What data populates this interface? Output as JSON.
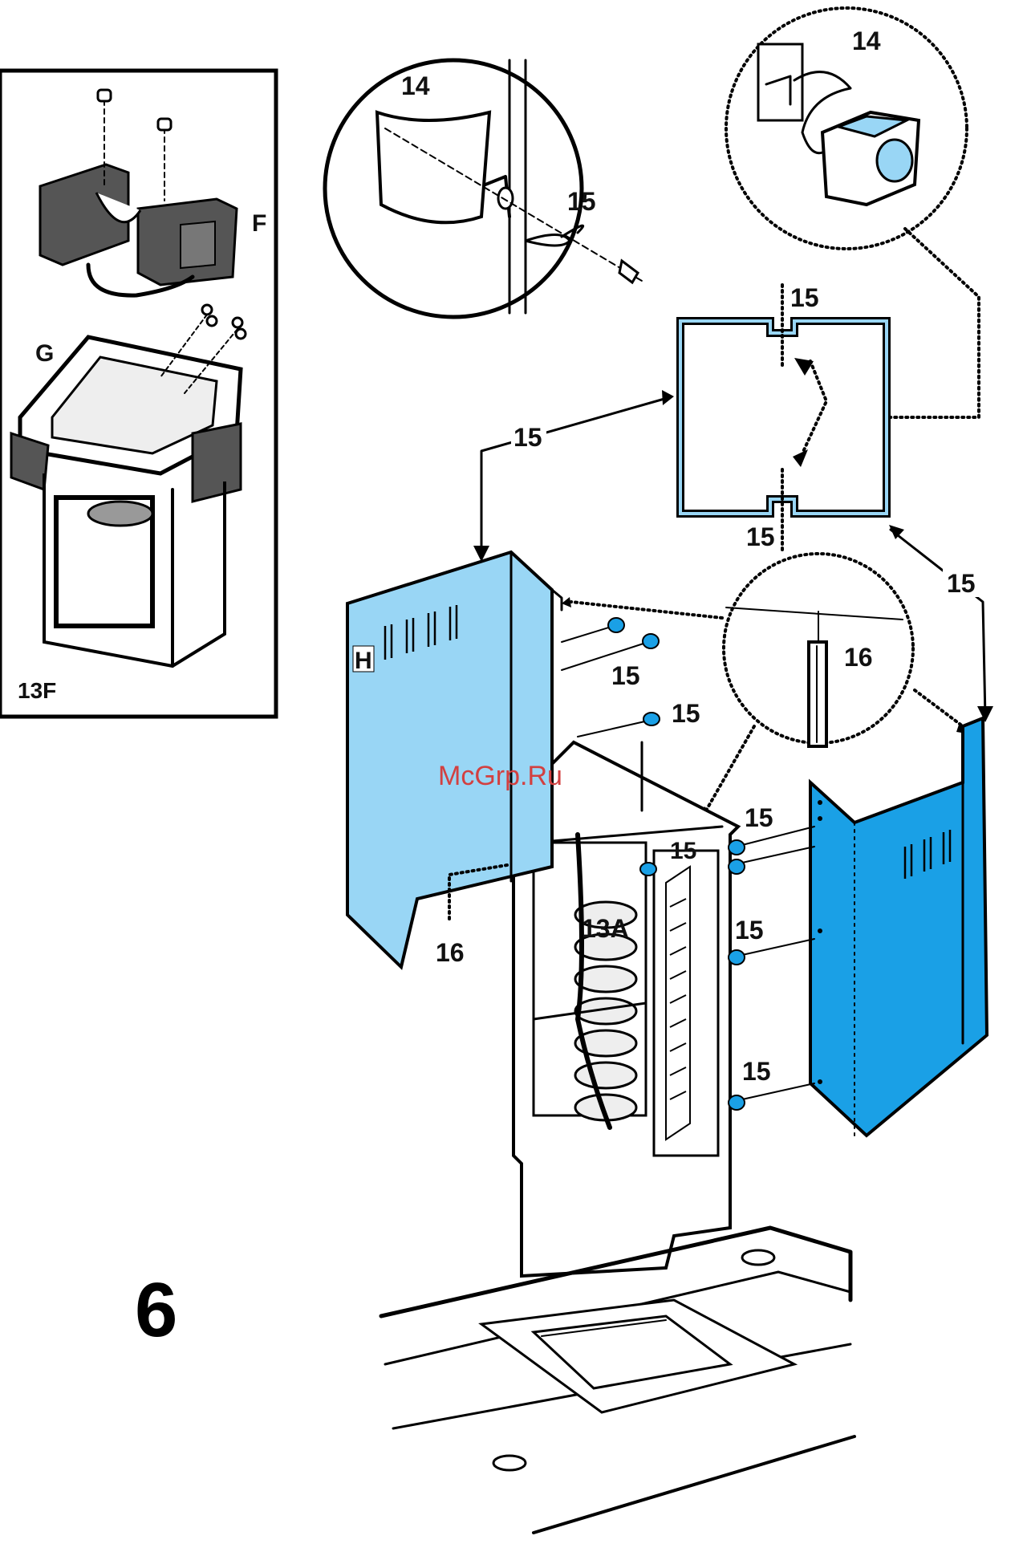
{
  "figure": {
    "step_number": "6",
    "watermark": "McGrp.Ru",
    "colors": {
      "panel_light": "#99d6f5",
      "panel_dark": "#1aa0e6",
      "bracket_gray": "#555555",
      "outline": "#000000"
    }
  },
  "inset_13f": {
    "label": "13F",
    "part_f": "F",
    "part_g": "G"
  },
  "labels": {
    "part_h": "H",
    "wire_13a": "13A",
    "l14_left": "14",
    "l15_left_circle": "15",
    "l14_right": "14",
    "l15_top": "15",
    "l15_bottom_section": "15",
    "l15_arrow_left": "15",
    "l15_arrow_right": "15",
    "l16_circle": "16",
    "l15_screws_h": "15",
    "l15_screw_frame": "15",
    "l15_inner": "15",
    "l16_bottom": "16",
    "l15_r1": "15",
    "l15_r2": "15",
    "l15_r3": "15"
  }
}
